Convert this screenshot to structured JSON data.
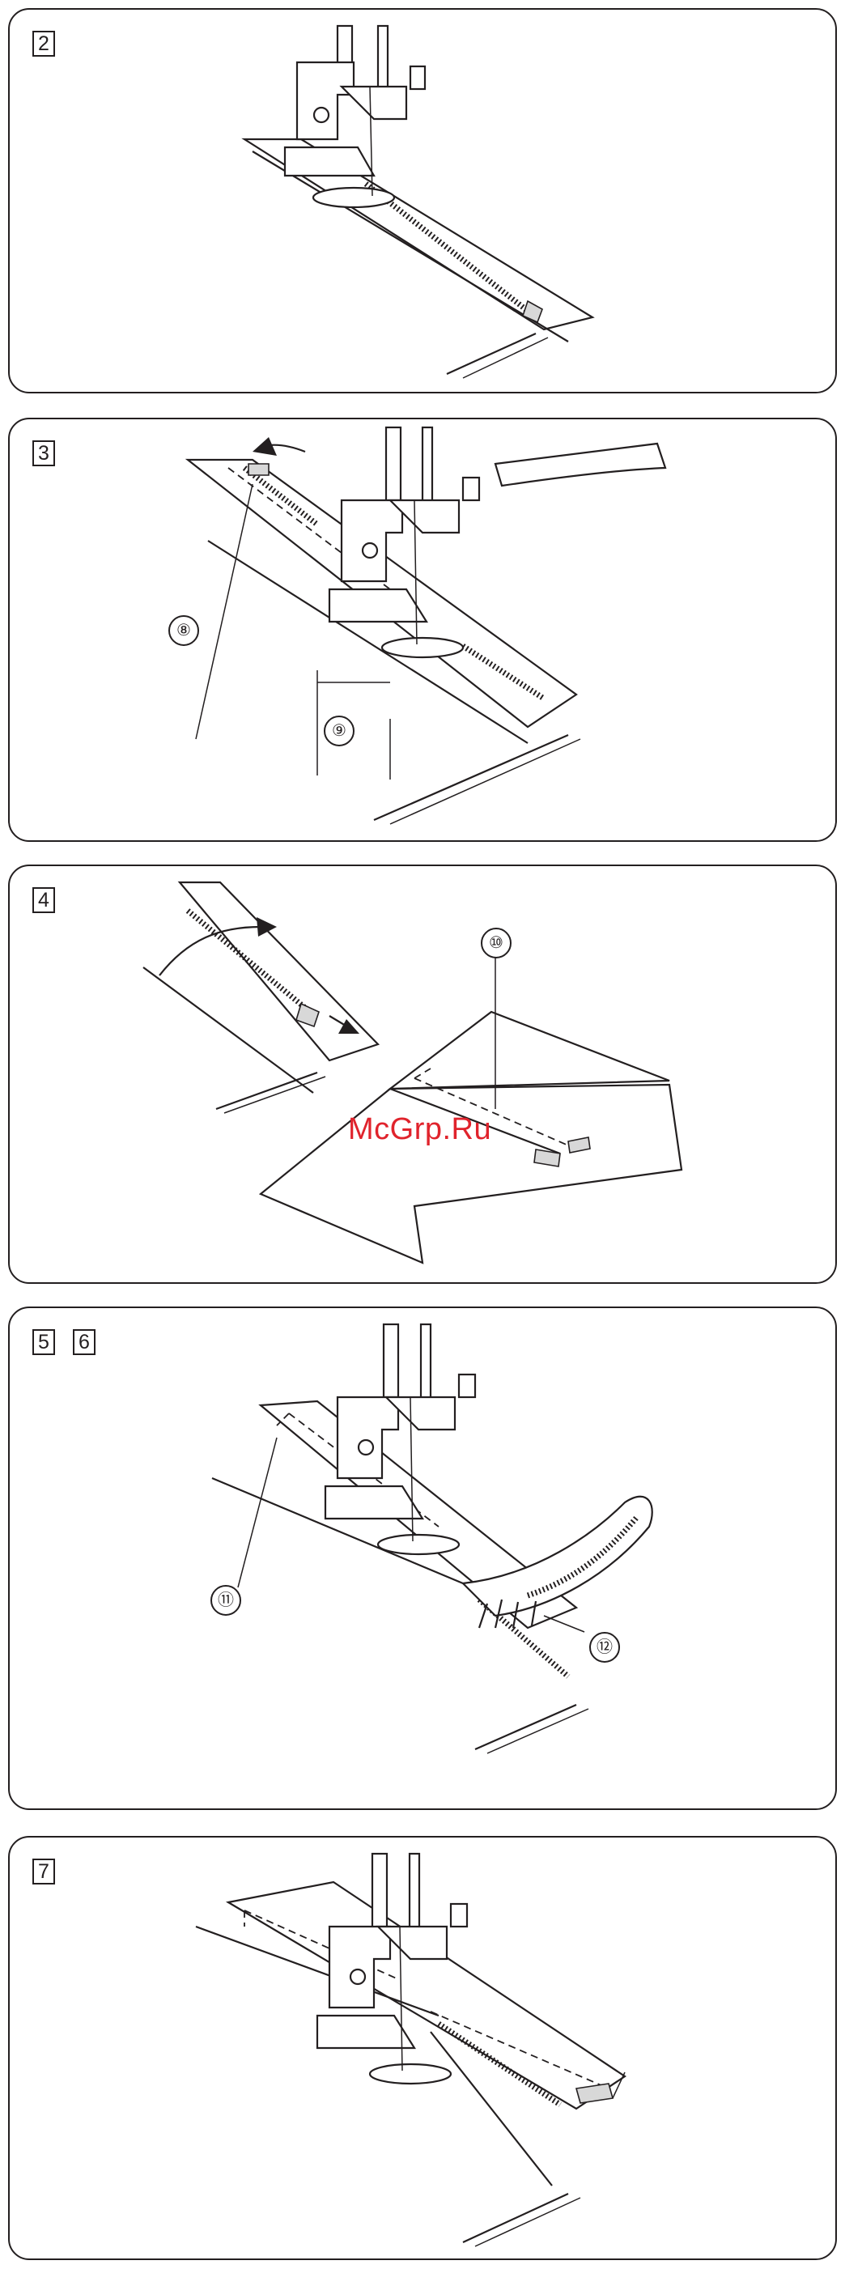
{
  "panels": [
    {
      "step_labels": [
        "2"
      ],
      "callouts": []
    },
    {
      "step_labels": [
        "3"
      ],
      "callouts": [
        "⑧",
        "⑨"
      ]
    },
    {
      "step_labels": [
        "4"
      ],
      "callouts": [
        "⑩"
      ]
    },
    {
      "step_labels": [
        "5",
        "6"
      ],
      "callouts": [
        "⑪",
        "⑫"
      ]
    },
    {
      "step_labels": [
        "7"
      ],
      "callouts": []
    }
  ],
  "watermark": "McGrp.Ru",
  "icons": [
    "presser-foot-icon",
    "needle-icon",
    "zipper-icon",
    "arrow-icon"
  ],
  "colors": {
    "line": "#231f20",
    "watermark": "#e0232c",
    "background": "#ffffff"
  }
}
